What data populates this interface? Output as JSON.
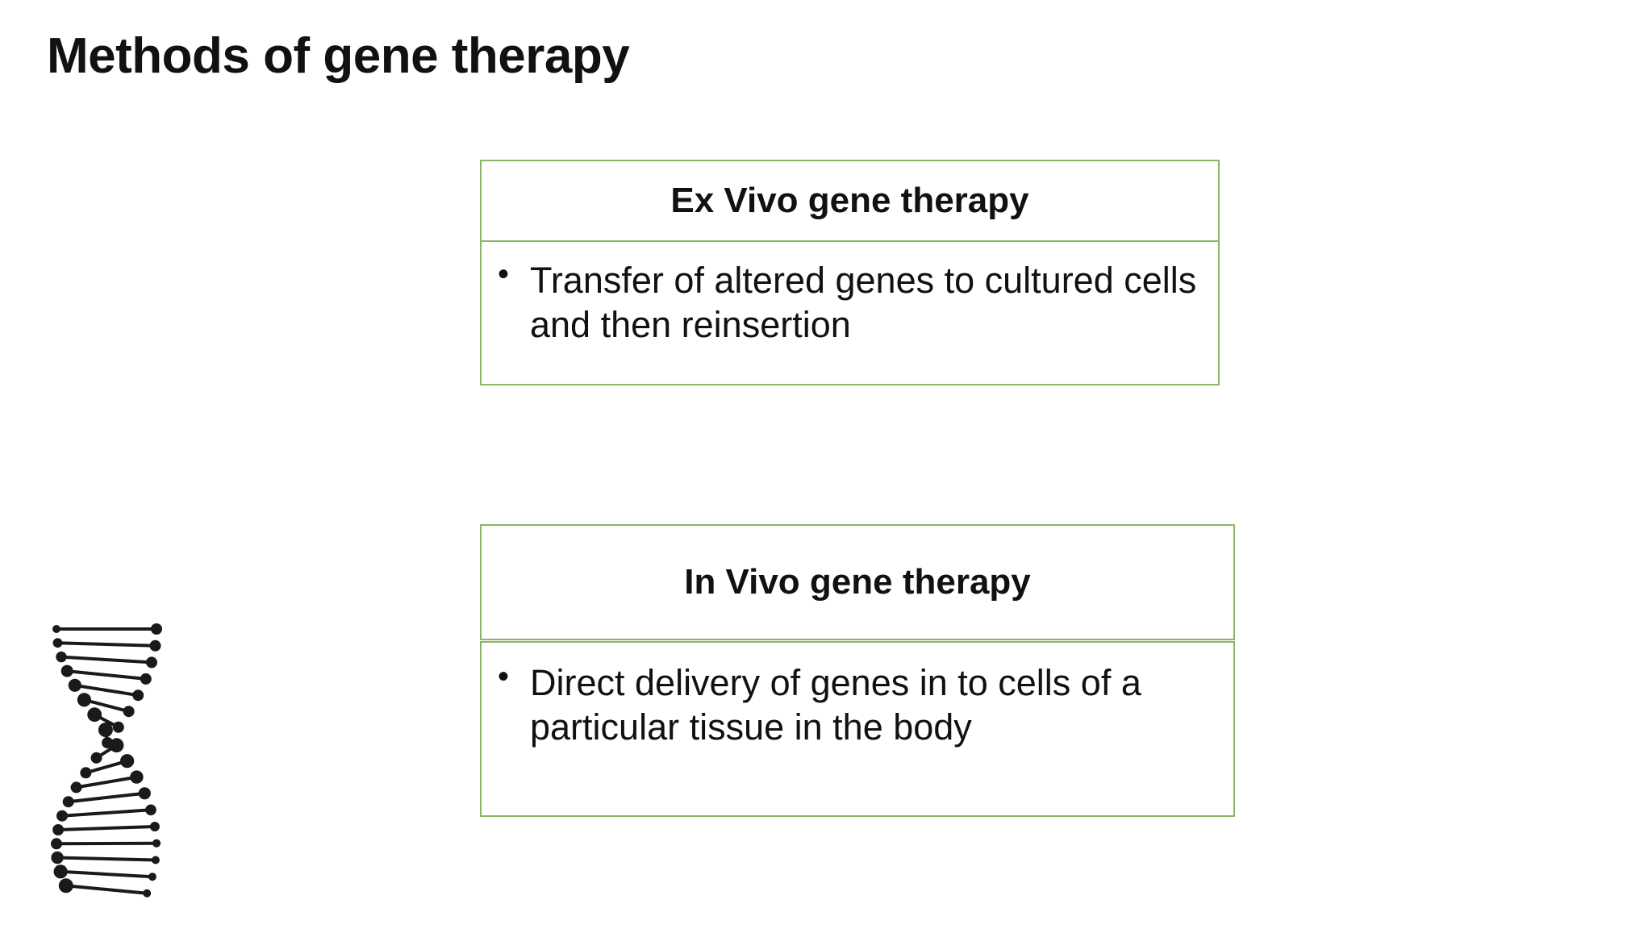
{
  "slide": {
    "title": "Methods of gene therapy"
  },
  "cards": [
    {
      "heading": "Ex Vivo gene therapy",
      "bullet": "Transfer of altered genes to cultured cells and then reinsertion"
    },
    {
      "heading": "In Vivo gene therapy",
      "bullet": "Direct delivery of genes in to cells of a particular tissue in the body"
    }
  ],
  "colors": {
    "border": "#8bb469",
    "text": "#111111",
    "background": "#ffffff"
  },
  "decor": {
    "dna_icon": "dna-double-helix-icon"
  }
}
